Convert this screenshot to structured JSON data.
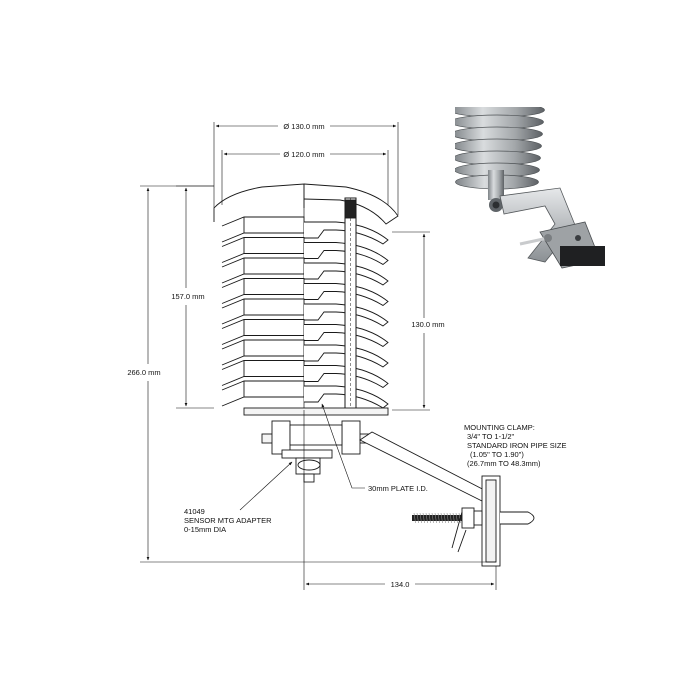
{
  "dimensions": {
    "outer_diameter": "Ø 130.0 mm",
    "inner_diameter": "Ø 120.0 mm",
    "stack_height": "157.0 mm",
    "overall_height": "266.0 mm",
    "inner_height": "130.0 mm",
    "clamp_offset": "134.0"
  },
  "callouts": {
    "plate_id": "30mm PLATE I.D.",
    "adapter": [
      "41049",
      "SENSOR MTG ADAPTER",
      "0-15mm DIA"
    ],
    "clamp": [
      "MOUNTING CLAMP:",
      "3/4\" TO 1-1/2\"",
      "STANDARD IRON PIPE SIZE",
      "(1.05\" TO 1.90\")",
      "(26.7mm TO 48.3mm)"
    ]
  },
  "colors": {
    "line": "#1a1a1a",
    "plate_fill": "#f4f4f4",
    "photo_metal": "#b9bcbf",
    "photo_dark": "#3c3f42"
  },
  "icons": [
    "radiation-shield-drawing",
    "mounting-bracket-drawing",
    "u-bolt-drawing",
    "product-photo"
  ]
}
